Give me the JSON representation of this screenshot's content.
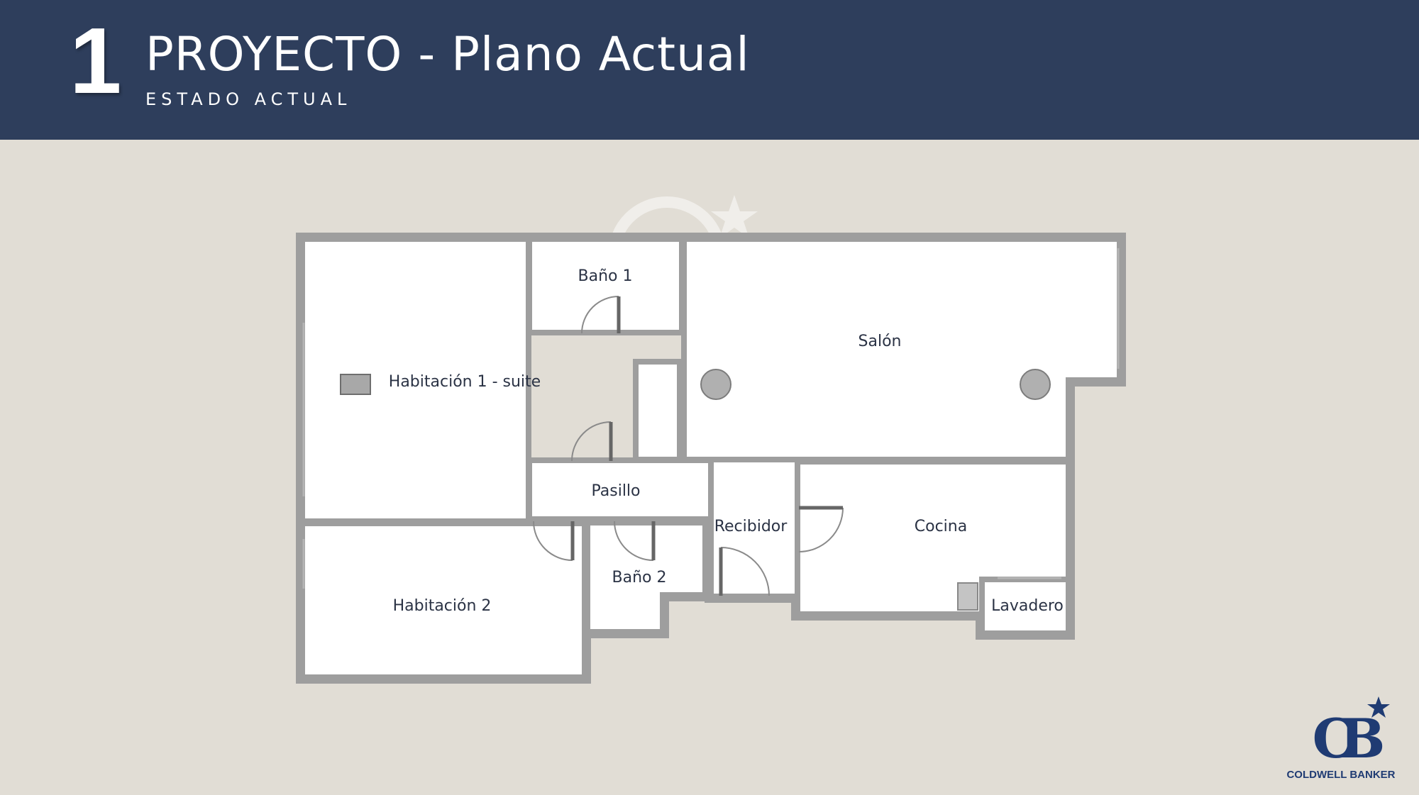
{
  "header": {
    "slide_number": "1",
    "title": "PROYECTO - Plano Actual",
    "subtitle": "ESTADO ACTUAL"
  },
  "floorplan": {
    "rooms": {
      "bano1": "Baño 1",
      "salon": "Salón",
      "habitacion1": "Habitación 1 - suite",
      "pasillo": "Pasillo",
      "recibidor": "Recibidor",
      "cocina": "Cocina",
      "bano2": "Baño 2",
      "habitacion2": "Habitación 2",
      "lavadero": "Lavadero"
    }
  },
  "logo": {
    "brand": "COLDWELL BANKER",
    "monogram": "CB"
  },
  "colors": {
    "header_bg": "#2e3e5c",
    "page_bg": "#e1ddd5",
    "wall": "#9e9e9e",
    "brand_blue": "#1f3b73"
  }
}
